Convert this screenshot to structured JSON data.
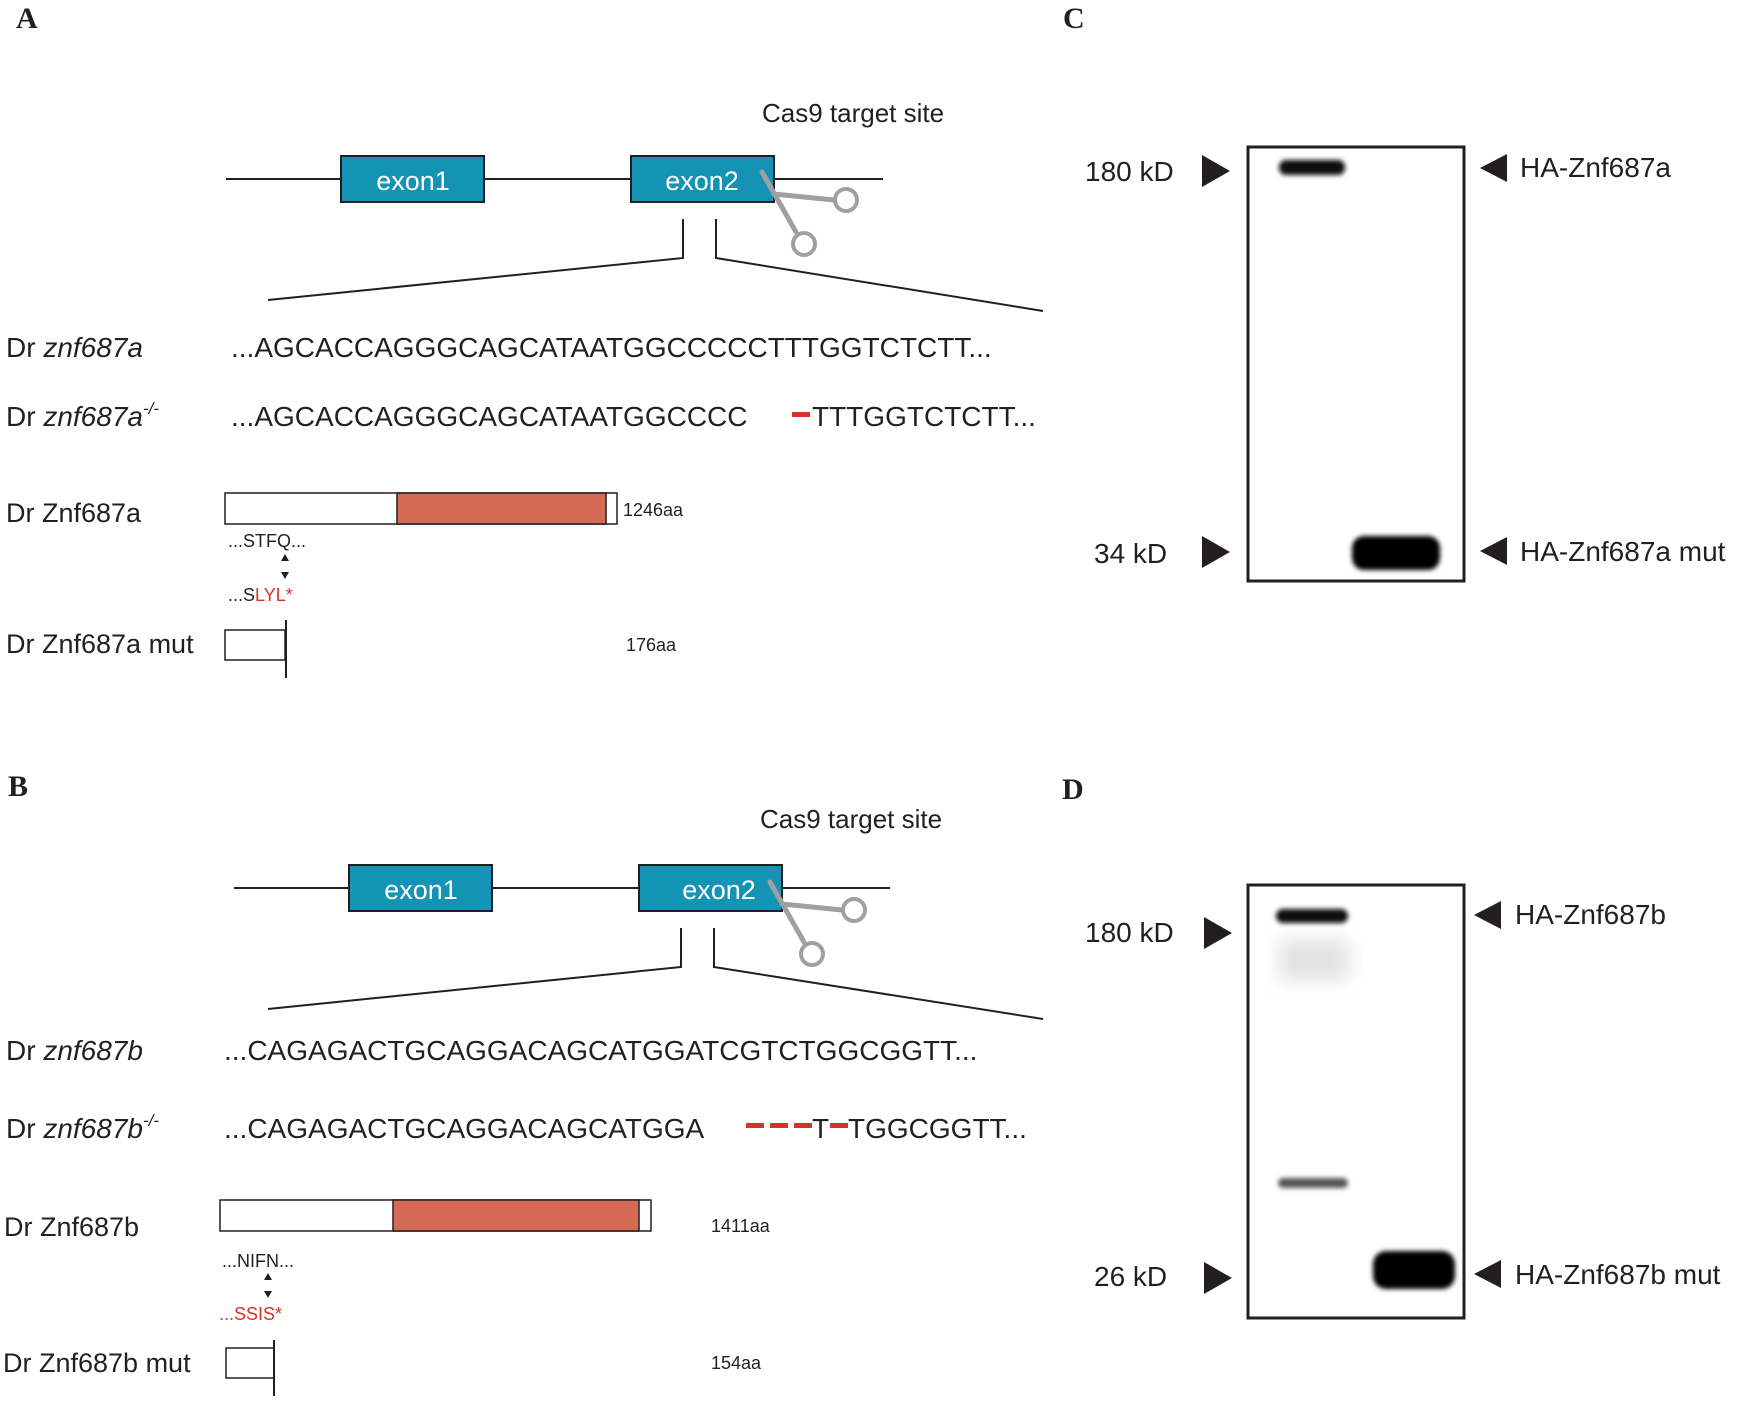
{
  "colors": {
    "exon_fill": "#1493b4",
    "domain_fill": "#d56a55",
    "deletion_red": "#d7312a",
    "text": "#231f20"
  },
  "panel_a": {
    "letter": "A",
    "cas9_label": "Cas9 target site",
    "exon1": "exon1",
    "exon2": "exon2",
    "wt_gene_prefix": "Dr ",
    "wt_gene_name": "znf687a",
    "wt_sequence": "...AGCACCAGGGCAGCATAATGGCCCCCTTTGGTCTCTT...",
    "mut_gene_prefix": "Dr ",
    "mut_gene_name": "znf687a",
    "mut_gene_sup": "-/-",
    "mut_seq_left": "...AGCACCAGGGCAGCATAATGGCCCC",
    "mut_seq_right": "TTTGGTCTCTT...",
    "wt_protein": "Dr Znf687a",
    "wt_length": "1246aa",
    "wt_motif": "...STFQ...",
    "mut_motif_black": "...S",
    "mut_motif_red": "LYL*",
    "mut_protein": "Dr Znf687a mut",
    "mut_length": "176aa"
  },
  "panel_b": {
    "letter": "B",
    "cas9_label": "Cas9 target site",
    "exon1": "exon1",
    "exon2": "exon2",
    "wt_gene_prefix": "Dr ",
    "wt_gene_name": "znf687b",
    "wt_sequence": "...CAGAGACTGCAGGACAGCATGGATCGTCTGGCGGTT...",
    "mut_gene_prefix": "Dr ",
    "mut_gene_name": "znf687b",
    "mut_gene_sup": "-/-",
    "mut_seq_left": "...CAGAGACTGCAGGACAGCATGGA",
    "mut_seq_mid": "T",
    "mut_seq_right": "TGGCGGTT...",
    "wt_protein": "Dr Znf687b",
    "wt_length": "1411aa",
    "wt_motif": "...NIFN...",
    "mut_motif_black": "...",
    "mut_motif_red": "SSIS*",
    "mut_protein": "Dr Znf687b mut",
    "mut_length": "154aa"
  },
  "panel_c": {
    "letter": "C",
    "marker_top": "180 kD",
    "marker_bottom": "34 kD",
    "band_top": "HA-Znf687a",
    "band_bottom": "HA-Znf687a mut"
  },
  "panel_d": {
    "letter": "D",
    "marker_top": "180 kD",
    "marker_bottom": "26 kD",
    "band_top": "HA-Znf687b",
    "band_bottom": "HA-Znf687b mut"
  }
}
